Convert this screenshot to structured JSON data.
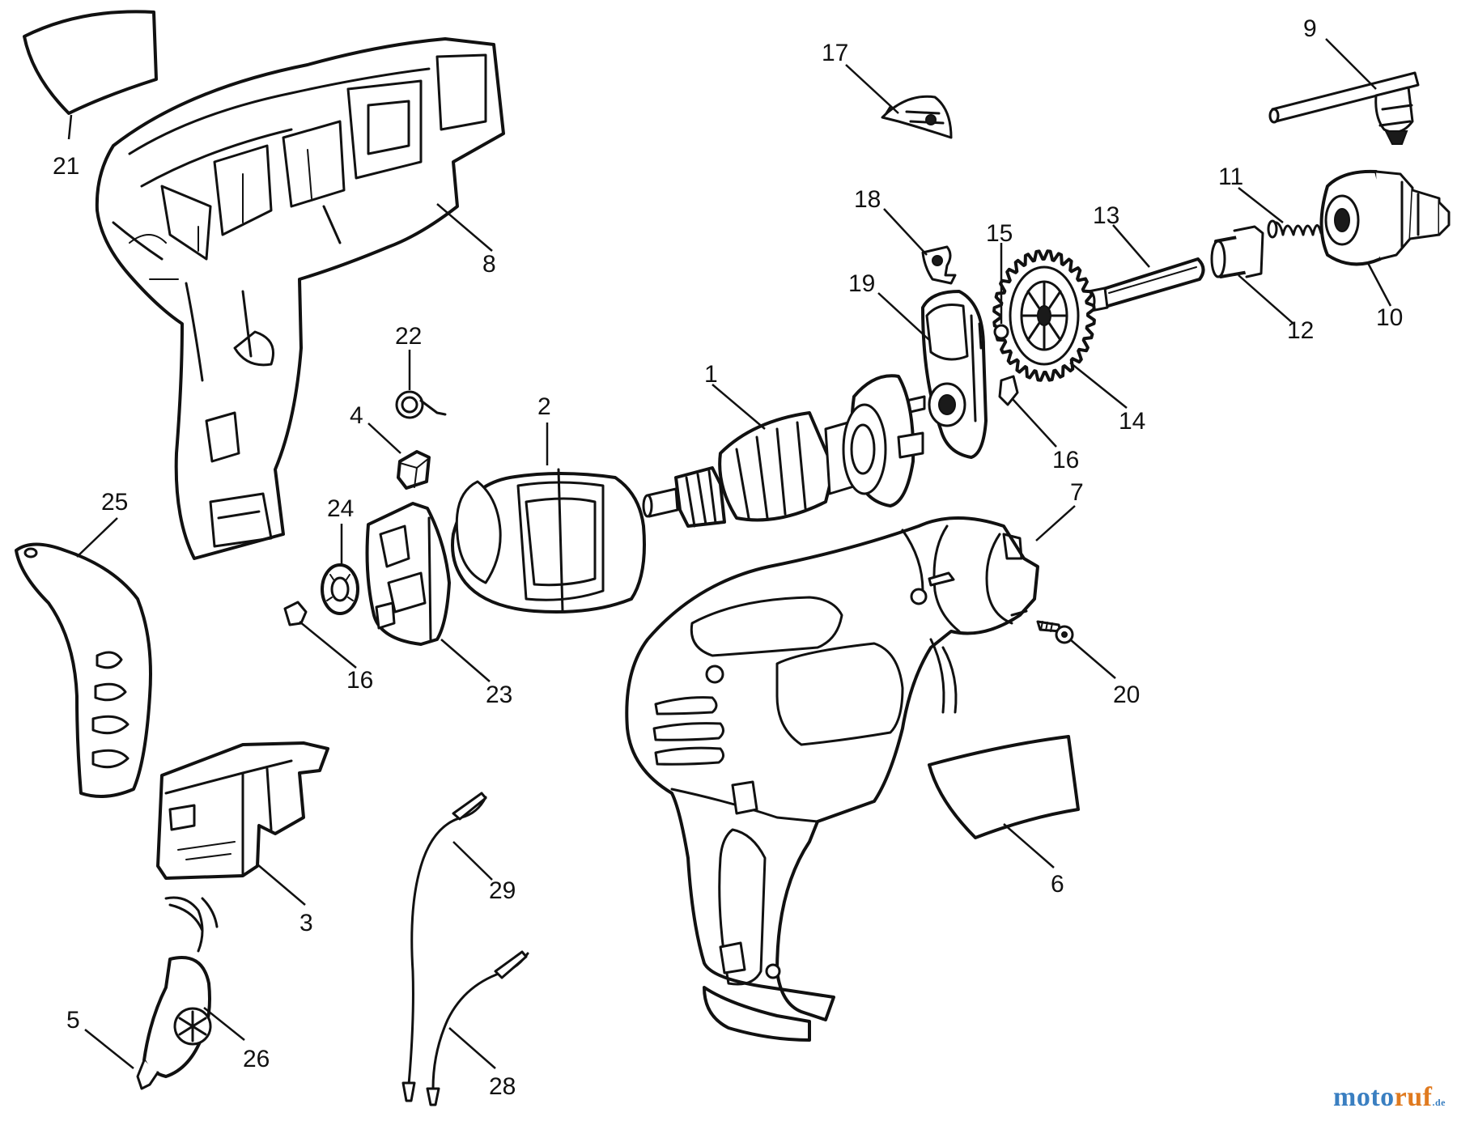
{
  "diagram": {
    "callouts": [
      {
        "id": "part-21",
        "label": "21"
      },
      {
        "id": "part-8",
        "label": "8"
      },
      {
        "id": "part-17",
        "label": "17"
      },
      {
        "id": "part-9",
        "label": "9"
      },
      {
        "id": "part-11",
        "label": "11"
      },
      {
        "id": "part-10",
        "label": "10"
      },
      {
        "id": "part-18",
        "label": "18"
      },
      {
        "id": "part-15",
        "label": "15"
      },
      {
        "id": "part-13",
        "label": "13"
      },
      {
        "id": "part-12",
        "label": "12"
      },
      {
        "id": "part-19",
        "label": "19"
      },
      {
        "id": "part-14",
        "label": "14"
      },
      {
        "id": "part-22",
        "label": "22"
      },
      {
        "id": "part-1",
        "label": "1"
      },
      {
        "id": "part-2",
        "label": "2"
      },
      {
        "id": "part-4",
        "label": "4"
      },
      {
        "id": "part-16a",
        "label": "16"
      },
      {
        "id": "part-24",
        "label": "24"
      },
      {
        "id": "part-25",
        "label": "25"
      },
      {
        "id": "part-7",
        "label": "7"
      },
      {
        "id": "part-16b",
        "label": "16"
      },
      {
        "id": "part-23",
        "label": "23"
      },
      {
        "id": "part-20",
        "label": "20"
      },
      {
        "id": "part-3",
        "label": "3"
      },
      {
        "id": "part-29",
        "label": "29"
      },
      {
        "id": "part-6",
        "label": "6"
      },
      {
        "id": "part-5",
        "label": "5"
      },
      {
        "id": "part-26",
        "label": "26"
      },
      {
        "id": "part-28",
        "label": "28"
      }
    ]
  },
  "watermark": {
    "part1": "moto",
    "part2": "ruf",
    "part3": ".de"
  }
}
